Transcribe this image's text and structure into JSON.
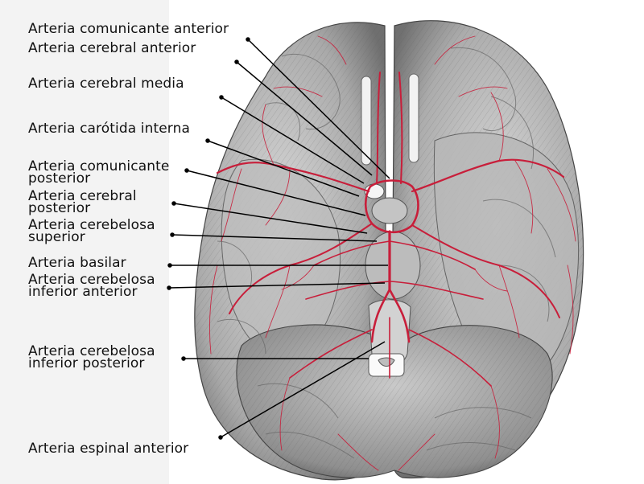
{
  "diagram": {
    "colors": {
      "background": "#ffffff",
      "left_margin": "#f3f3f3",
      "brain_light": "#cfcfcf",
      "brain_dark": "#7a7a7a",
      "artery": "#c81e3a",
      "leader_line": "#000000",
      "text": "#111111"
    },
    "labels": [
      {
        "id": "com-ant",
        "lines": [
          "Arteria comunicante anterior"
        ]
      },
      {
        "id": "cer-ant",
        "lines": [
          "Arteria cerebral anterior"
        ]
      },
      {
        "id": "cer-media",
        "lines": [
          "Arteria cerebral media"
        ]
      },
      {
        "id": "carotida",
        "lines": [
          "Arteria carótida interna"
        ]
      },
      {
        "id": "com-post",
        "lines": [
          "Arteria comunicante",
          "posterior"
        ]
      },
      {
        "id": "cer-post",
        "lines": [
          "Arteria cerebral",
          "posterior"
        ]
      },
      {
        "id": "cbl-sup",
        "lines": [
          "Arteria cerebelosa",
          "superior"
        ]
      },
      {
        "id": "basilar",
        "lines": [
          "Arteria basilar"
        ]
      },
      {
        "id": "cbl-inf-ant",
        "lines": [
          "Arteria cerebelosa",
          "inferior anterior"
        ]
      },
      {
        "id": "cbl-inf-post",
        "lines": [
          "Arteria cerebelosa",
          "inferior posterior"
        ]
      },
      {
        "id": "espinal",
        "lines": [
          "Arteria espinal anterior"
        ]
      }
    ]
  }
}
